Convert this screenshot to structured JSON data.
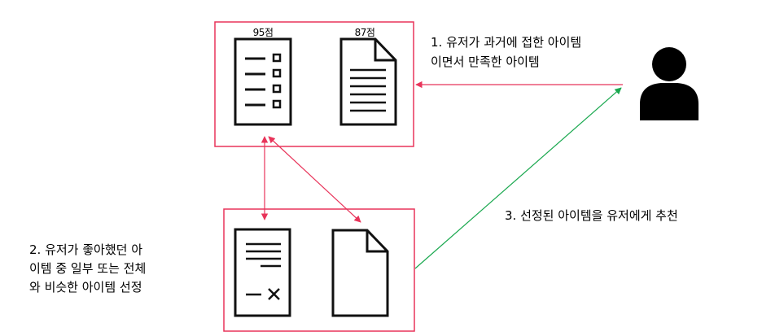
{
  "box_top": {
    "doc_left_score": "95점",
    "doc_right_score": "87점"
  },
  "captions": {
    "step1_line1": "1. 유저가 과거에 접한 아이템",
    "step1_line2": "이면서 만족한 아이템",
    "step2_line1": "2. 유저가 좋아했던 아",
    "step2_line2": "이템 중 일부 또는 전체",
    "step2_line3": "와 비슷한 아이템 선정",
    "step3": "3. 선정된 아이템을 유저에게 추천"
  },
  "icons": {
    "user": "user-icon",
    "checklist": "checklist-document-icon",
    "text_doc": "text-document-icon",
    "rejected_doc": "rejected-document-icon",
    "blank_doc": "blank-document-icon"
  },
  "colors": {
    "box_border": "#e8345a",
    "pink_arrow": "#e8345a",
    "green_arrow": "#1aa84f",
    "ink": "#111111"
  }
}
